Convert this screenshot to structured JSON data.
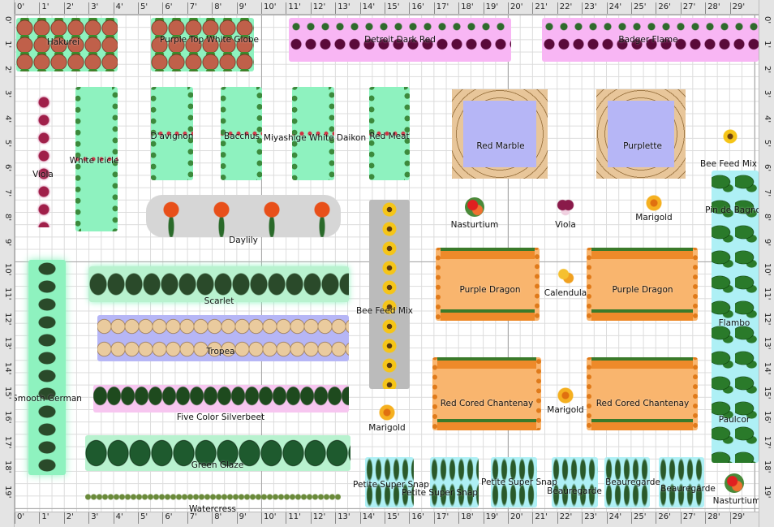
{
  "rulers": {
    "x_labels": [
      "0'",
      "1'",
      "2'",
      "3'",
      "4'",
      "5'",
      "6'",
      "7'",
      "8'",
      "9'",
      "10'",
      "11'",
      "12'",
      "13'",
      "14'",
      "15'",
      "16'",
      "17'",
      "18'",
      "19'",
      "20'",
      "21'",
      "22'",
      "23'",
      "24'",
      "25'",
      "26'",
      "27'",
      "28'",
      "29'"
    ],
    "y_labels": [
      "0'",
      "1'",
      "2'",
      "3'",
      "4'",
      "5'",
      "6'",
      "7'",
      "8'",
      "9'",
      "10'",
      "11'",
      "12'",
      "13'",
      "14'",
      "15'",
      "16'",
      "17'",
      "18'",
      "19'"
    ]
  },
  "beds": {
    "hakurei": "Hakurei",
    "purple_top": "Purple Top White Globe",
    "detroit": "Detroit Dark Red",
    "badger": "Badger Flame",
    "viola_col": "Viola",
    "white_icicle": "White Icicle",
    "davignon": "D'avignon",
    "bacchus": "Bacchus",
    "miyashige": "Miyashige White Daikon",
    "red_meat": "Red Meat",
    "red_marble": "Red Marble",
    "purplette": "Purplette",
    "bee_feed_single": "Bee Feed Mix",
    "daylily": "Daylily",
    "bee_feed_col": "Bee Feed Mix",
    "nasturtium_1": "Nasturtium",
    "viola_single": "Viola",
    "marigold_1": "Marigold",
    "pin_de_bagnol": "Pin de Bagnol",
    "flambo": "Flambo",
    "paulcor": "Paulcor",
    "smooth_german": "Smooth German",
    "scarlet": "Scarlet",
    "tropea": "Tropea",
    "silverbeet": "Five Color Silverbeet",
    "green_glaze": "Green Glaze",
    "watercress": "Watercress",
    "purple_dragon_1": "Purple Dragon",
    "calendula": "Calendula",
    "purple_dragon_2": "Purple Dragon",
    "chantenay_1": "Red Cored Chantenay",
    "marigold_2": "Marigold",
    "chantenay_2": "Red Cored Chantenay",
    "marigold_3": "Marigold",
    "snap_1": "Petite Super Snap",
    "snap_2": "Petite Super Snap",
    "snap_3": "Petite Super Snap",
    "beauregarde_1": "Beauregarde",
    "beauregarde_2": "Beauregarde",
    "beauregarde_3": "Beauregarde",
    "nasturtium_2": "Nasturtium"
  }
}
